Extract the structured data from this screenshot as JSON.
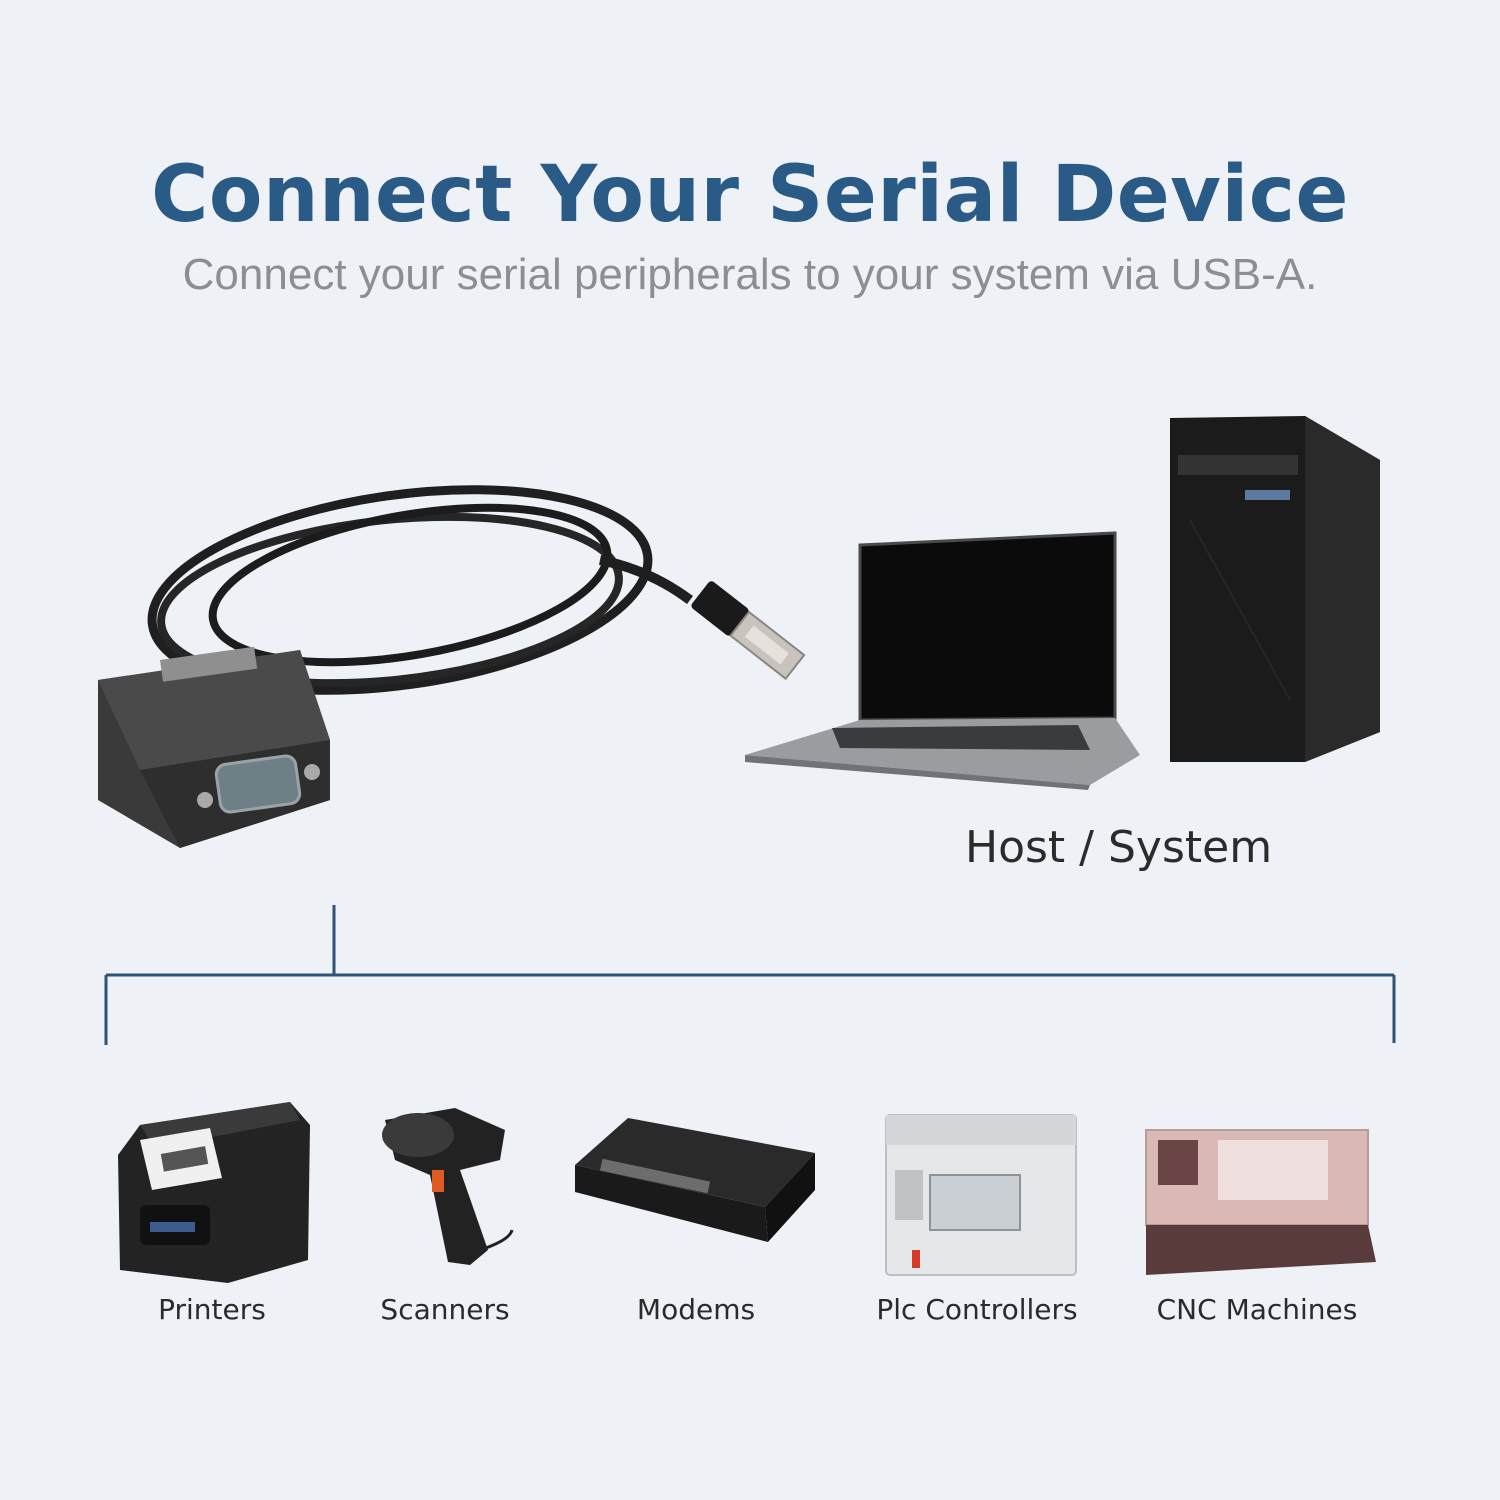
{
  "heading": {
    "title": "Connect Your Serial Device",
    "subtitle": "Connect your serial peripherals to your system via USB-A."
  },
  "host": {
    "label": "Host / System"
  },
  "devices": [
    {
      "label": "Printers",
      "icon": "receipt-printer-icon"
    },
    {
      "label": "Scanners",
      "icon": "barcode-scanner-icon"
    },
    {
      "label": "Modems",
      "icon": "modem-icon"
    },
    {
      "label": "Plc Controllers",
      "icon": "plc-controller-icon"
    },
    {
      "label": "CNC Machines",
      "icon": "cnc-machine-icon"
    }
  ],
  "colors": {
    "accent": "#2a5a86",
    "background": "#eef2f6",
    "bracket": "#2f5378",
    "text": "#2b2b2b",
    "subtitle": "#8c8f92"
  }
}
